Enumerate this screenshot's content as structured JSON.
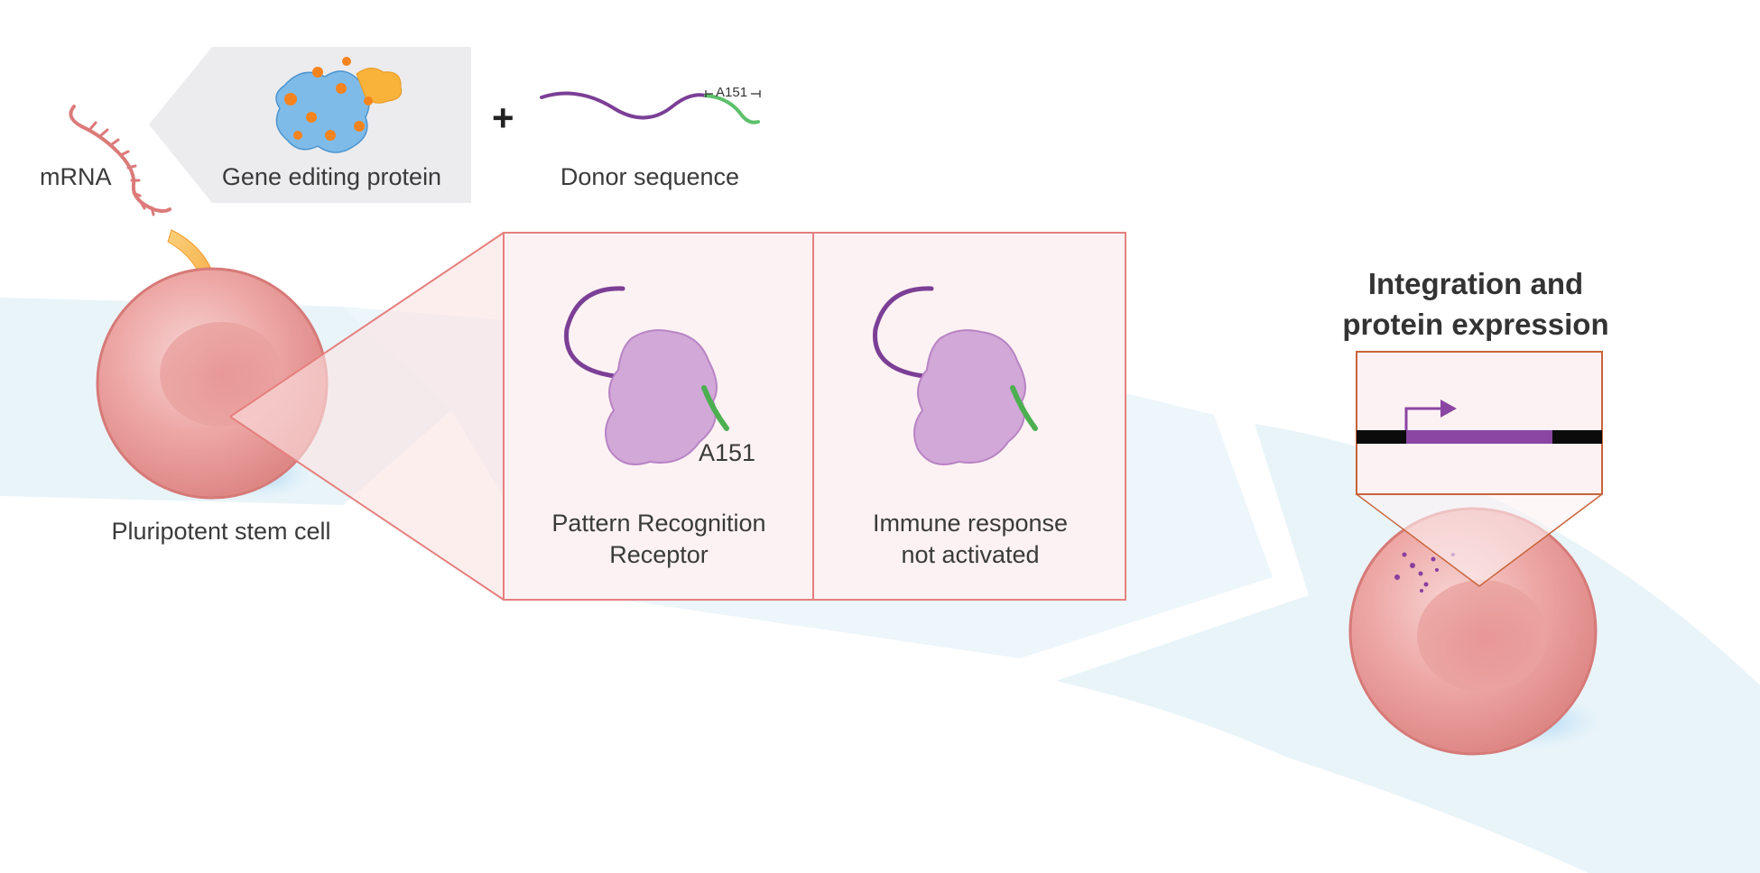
{
  "labels": {
    "mrna": "mRNA",
    "gene_editing_protein": "Gene editing protein",
    "plus": "+",
    "donor_sequence": "Donor sequence",
    "donor_tag": "A151",
    "stem_cell": "Pluripotent stem cell",
    "receptor_tag": "A151",
    "prr_line1": "Pattern Recognition",
    "prr_line2": "Receptor",
    "immune_line1": "Immune response",
    "immune_line2": "not activated",
    "title_line1": "Integration and",
    "title_line2": "protein expression"
  },
  "colors": {
    "band": "#e9f4f9",
    "cell_fill": "#e99a97",
    "cell_stroke": "#d67a78",
    "panel_fill": "#fdf2f3",
    "panel_stroke": "#e5807e",
    "purple": "#7b3f96",
    "green": "#4caf50",
    "receptor": "#d2a8d8",
    "protein_blue": "#7fbbe8",
    "protein_orange": "#f5841f",
    "mrna": "#dc7a7a",
    "arrow": "#f6a53b",
    "grey_box": "#ececee"
  }
}
